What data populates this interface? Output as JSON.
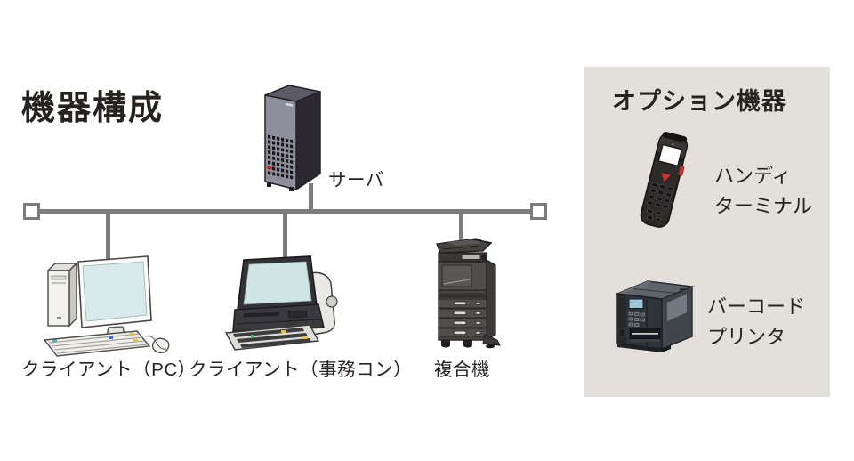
{
  "diagram": {
    "title": "機器構成",
    "nodes": {
      "server": {
        "label": "サーバ"
      },
      "client_pc": {
        "label": "クライアント（PC）"
      },
      "client_jimucon": {
        "label": "クライアント（事務コン）"
      },
      "mfp": {
        "label": "複合機"
      }
    },
    "colors": {
      "network_line": "#7c7c7c",
      "text": "#262220",
      "panel_background": "#e3e0dc",
      "screen_blue": "#d9e8e8",
      "accent_red": "#c8342c"
    }
  },
  "options_panel": {
    "title": "オプション機器",
    "items": [
      {
        "name": "handy-terminal",
        "label_lines": [
          "ハンディ",
          "ターミナル"
        ]
      },
      {
        "name": "barcode-printer",
        "label_lines": [
          "バーコード",
          "プリンタ"
        ]
      }
    ]
  }
}
